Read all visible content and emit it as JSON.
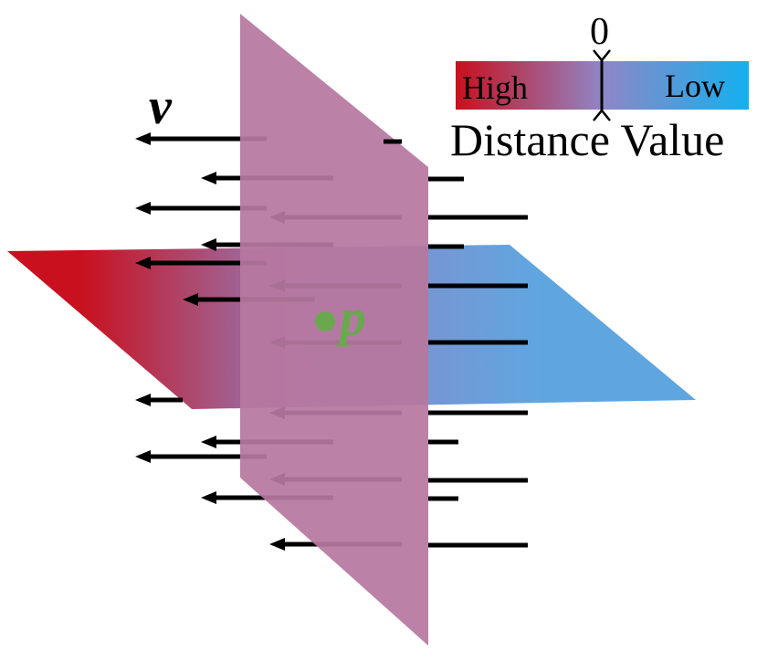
{
  "symbols": {
    "vector": "v",
    "point": "p"
  },
  "legend": {
    "zero_label": "0",
    "high_label": "High",
    "low_label": "Low",
    "title": "Distance Value"
  },
  "colors": {
    "high": "#c8101e",
    "mid": "#8f86c6",
    "low": "#13b0ef",
    "plane_high": "#c8101e",
    "plane_low": "#5fa6e0",
    "vertical_plane": "#b7779f",
    "point": "#6aa84f",
    "arrow": "#000000"
  }
}
